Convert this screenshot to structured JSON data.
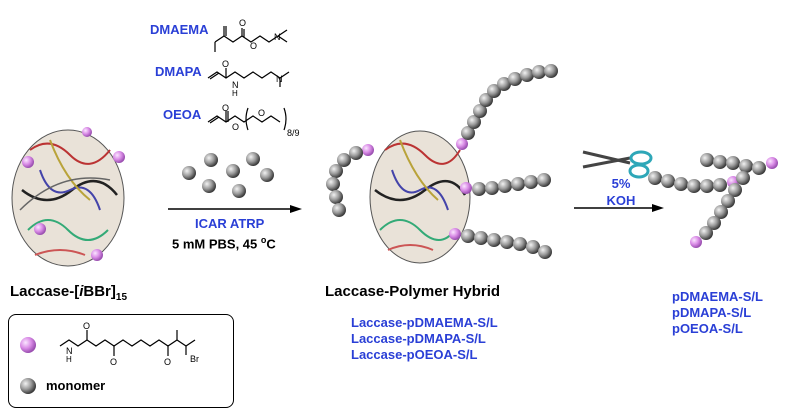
{
  "monomers": [
    {
      "name": "DMAEMA"
    },
    {
      "name": "DMAPA"
    },
    {
      "name": "OEOA",
      "repeat_label": "8/9"
    }
  ],
  "reaction1": {
    "method": "ICAR ATRP",
    "conditions_prefix": "5 mM PBS, 45 ",
    "conditions_deg": "o",
    "conditions_suffix": "C"
  },
  "reaction2": {
    "reagent_line1": "5%",
    "reagent_line2": "KOH",
    "icon": "scissors-icon"
  },
  "start_label": {
    "prefix": "Laccase-[",
    "italic": "i",
    "middle": "BBr]",
    "subscript": "15"
  },
  "hybrid_label": "Laccase-Polymer Hybrid",
  "hybrid_products": [
    "Laccase-pDMAEMA-S/L",
    "Laccase-pDMAPA-S/L",
    "Laccase-pOEOA-S/L"
  ],
  "cleaved_products": [
    "pDMAEMA-S/L",
    "pDMAPA-S/L",
    "pOEOA-S/L"
  ],
  "legend": {
    "initiator_atom": "Br",
    "monomer_label": "monomer"
  },
  "colors": {
    "label_blue": "#2a3fd6",
    "initiator_pink": "#d98be6",
    "monomer_gray": "#8c8c8c"
  }
}
